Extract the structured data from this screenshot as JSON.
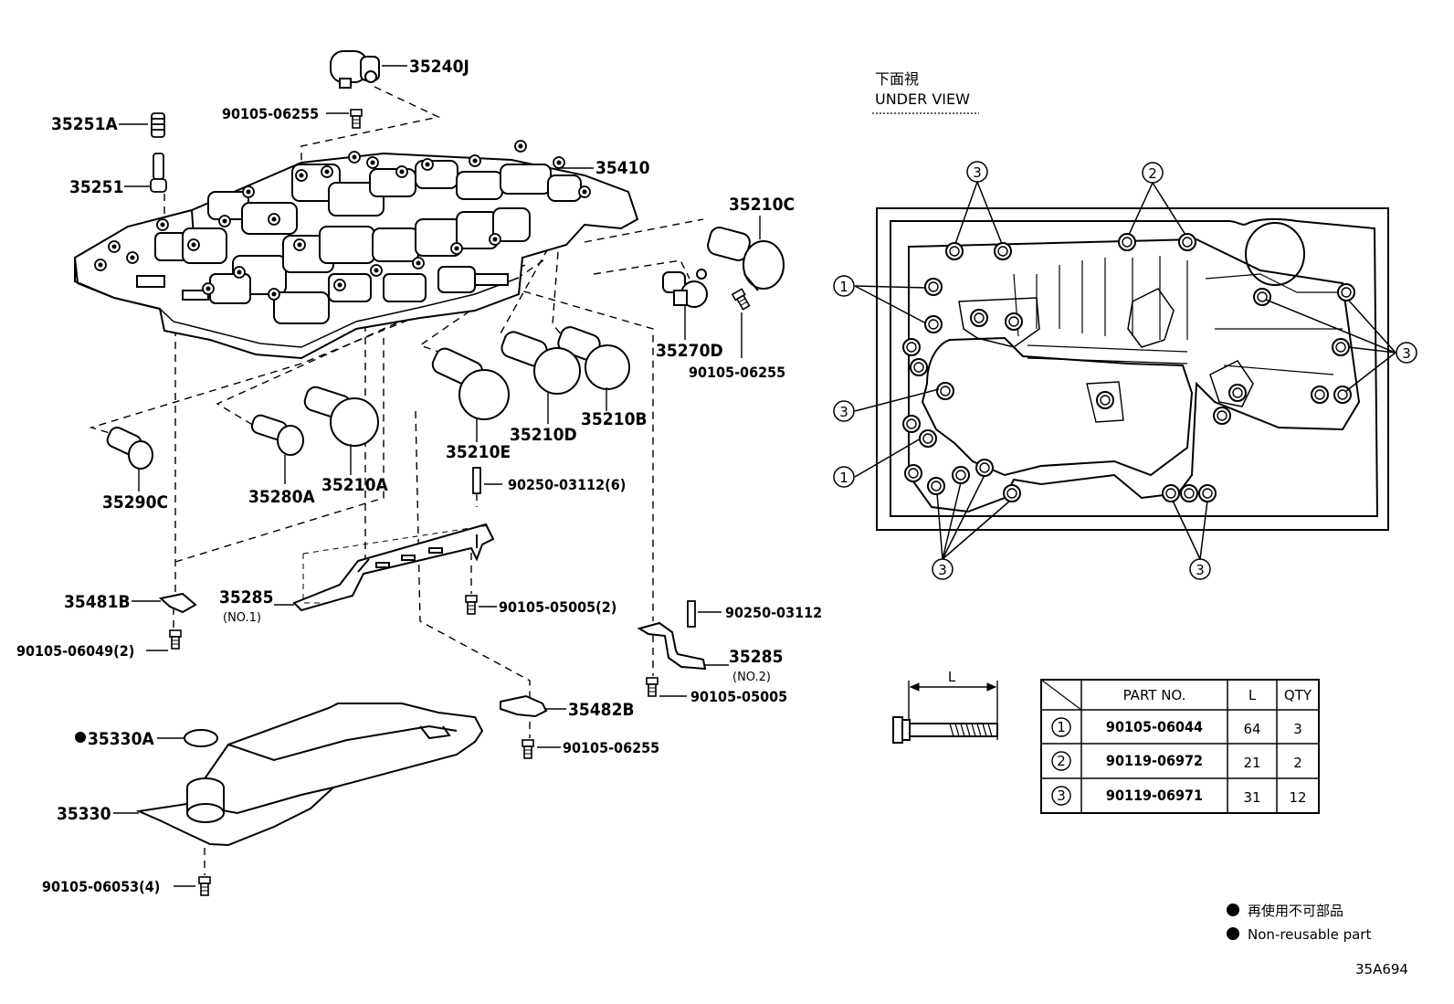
{
  "labels": {
    "p35240J": "35240J",
    "p90105_06255_a": "90105-06255",
    "p35251A": "35251A",
    "p35251": "35251",
    "p35410": "35410",
    "p35210C": "35210C",
    "p35270D": "35270D",
    "p90105_06255_b": "90105-06255",
    "p35210B": "35210B",
    "p35210D": "35210D",
    "p35210E": "35210E",
    "p35210A": "35210A",
    "p35280A": "35280A",
    "p35290C": "35290C",
    "p90250_03112_6": "90250-03112(6)",
    "p35481B": "35481B",
    "p35285_1": "35285",
    "p35285_1_sub": "(NO.1)",
    "p90105_05005_2": "90105-05005(2)",
    "p90105_06049_2": "90105-06049(2)",
    "p90250_03112": "90250-03112",
    "p35285_2": "35285",
    "p35285_2_sub": "(NO.2)",
    "p90105_05005": "90105-05005",
    "p35482B": "35482B",
    "p35330A": "35330A",
    "p90105_06255_c": "90105-06255",
    "p35330": "35330",
    "p90105_06053_4": "90105-06053(4)"
  },
  "under_view": {
    "title_jp": "下面視",
    "title_en": "UNDER VIEW",
    "callouts": [
      "1",
      "2",
      "3"
    ]
  },
  "bolt": {
    "dim_label": "L"
  },
  "table": {
    "headers": [
      "PART NO.",
      "L",
      "QTY"
    ],
    "rows": [
      {
        "mark": "1",
        "part": "90105-06044",
        "l": "64",
        "qty": "3"
      },
      {
        "mark": "2",
        "part": "90119-06972",
        "l": "21",
        "qty": "2"
      },
      {
        "mark": "3",
        "part": "90119-06971",
        "l": "31",
        "qty": "12"
      }
    ]
  },
  "legend": {
    "jp": "再使用不可部品",
    "en": "Non-reusable part"
  },
  "figure_code": "35A694"
}
